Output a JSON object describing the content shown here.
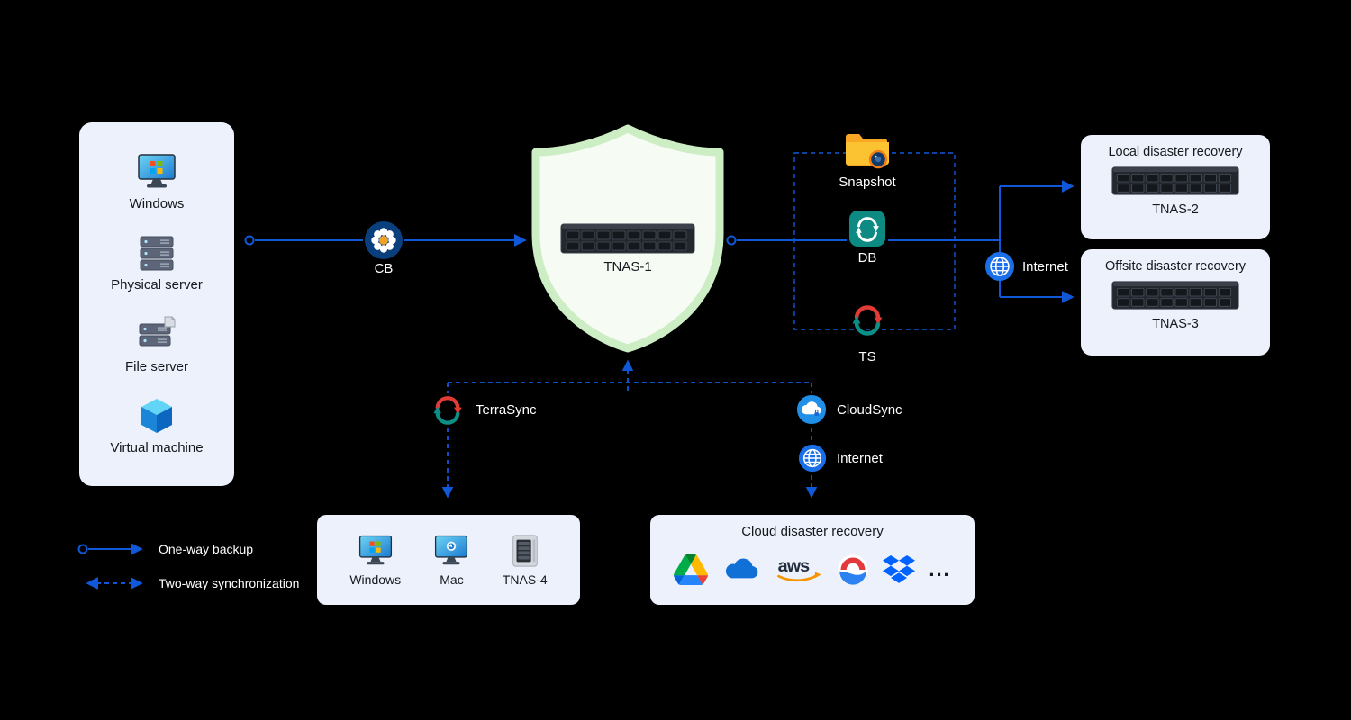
{
  "left_panel": {
    "items": [
      {
        "label": "Windows",
        "icon": "windows-monitor-icon"
      },
      {
        "label": "Physical server",
        "icon": "physical-server-icon"
      },
      {
        "label": "File server",
        "icon": "file-server-icon"
      },
      {
        "label": "Virtual machine",
        "icon": "virtual-machine-icon"
      }
    ]
  },
  "backup_flow": {
    "cb": "CB",
    "tnas1": "TNAS-1",
    "snapshot": "Snapshot",
    "db": "DB",
    "ts": "TS",
    "internet_right": "Internet",
    "terrasync": "TerraSync",
    "cloudsync": "CloudSync",
    "internet_cloud": "Internet"
  },
  "local_recovery": {
    "title": "Local disaster recovery",
    "device": "TNAS-2"
  },
  "offsite_recovery": {
    "title": "Offsite disaster recovery",
    "device": "TNAS-3"
  },
  "sync_targets": {
    "items": [
      {
        "label": "Windows",
        "icon": "windows-monitor-icon"
      },
      {
        "label": "Mac",
        "icon": "mac-monitor-icon"
      },
      {
        "label": "TNAS-4",
        "icon": "tower-nas-icon"
      }
    ]
  },
  "cloud_recovery": {
    "title": "Cloud disaster recovery",
    "aws_text": "aws",
    "more": "...",
    "services": [
      "google-drive",
      "onedrive",
      "aws",
      "baidu-netdisk",
      "dropbox"
    ]
  },
  "legend": {
    "one_way": "One-way backup",
    "two_way": "Two-way synchronization"
  },
  "colors": {
    "accent_blue": "#1158d8",
    "shield_green": "#cdeec4",
    "panel_bg": "#edf1fb",
    "background": "#000000"
  }
}
